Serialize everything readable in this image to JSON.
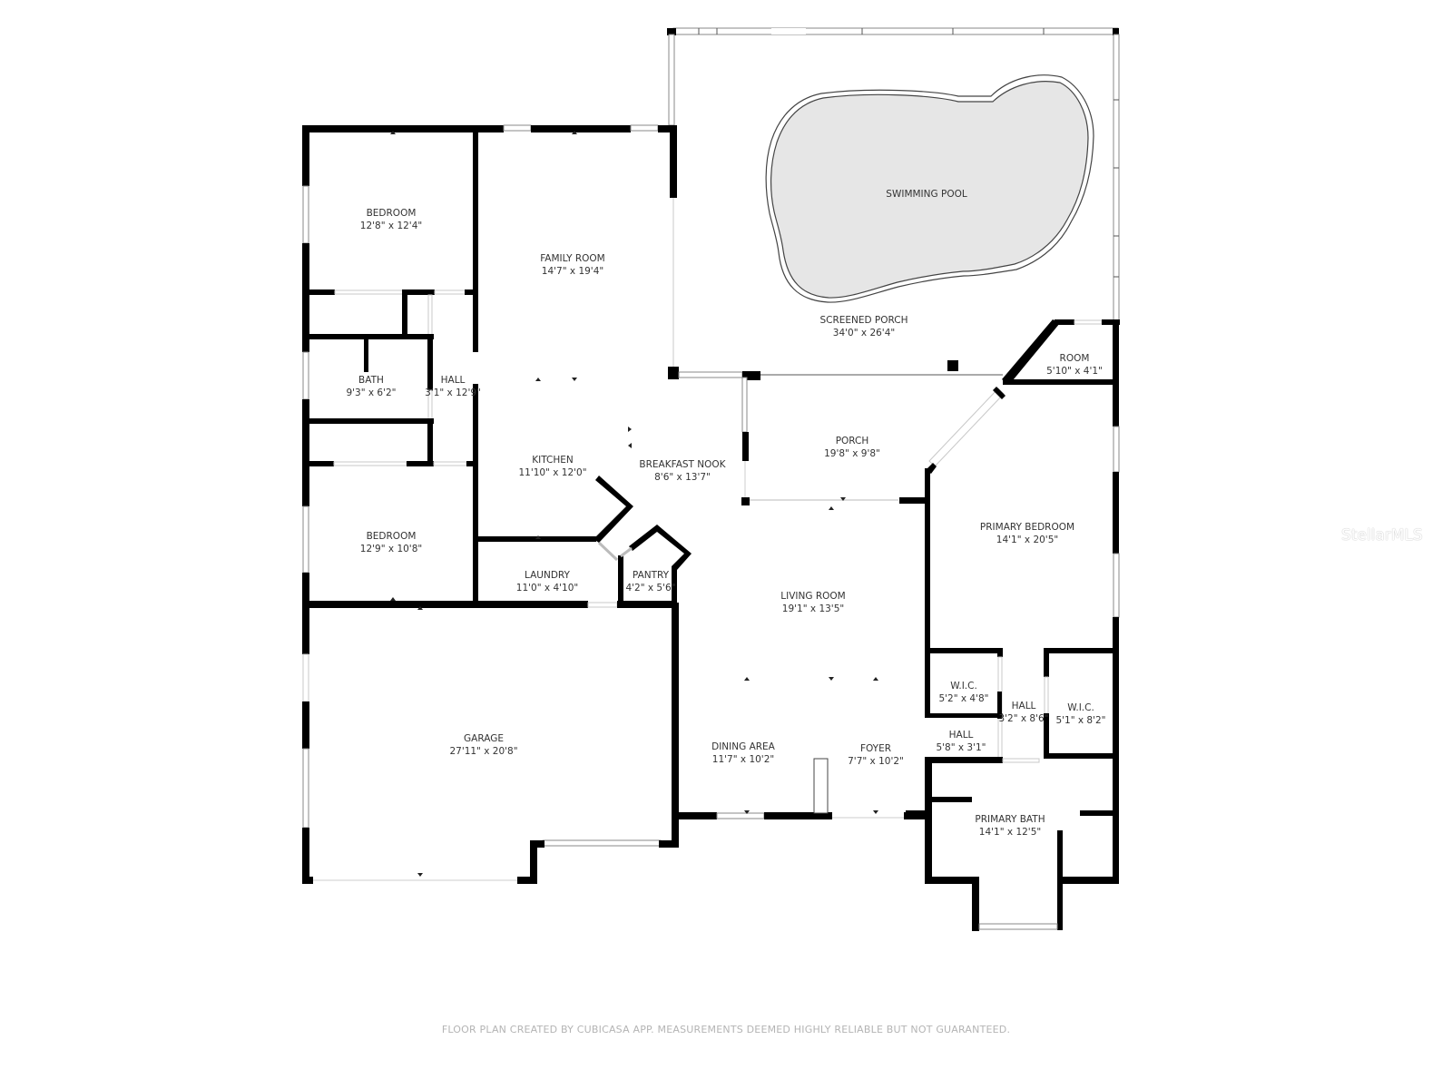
{
  "plan": {
    "rooms": [
      {
        "id": "bedroom-1",
        "name": "BEDROOM",
        "size": "12'8\" x 12'4\""
      },
      {
        "id": "family-room",
        "name": "FAMILY ROOM",
        "size": "14'7\" x 19'4\""
      },
      {
        "id": "bath",
        "name": "BATH",
        "size": "9'3\" x 6'2\""
      },
      {
        "id": "hall-1",
        "name": "HALL",
        "size": "3'1\" x 12'9\""
      },
      {
        "id": "kitchen",
        "name": "KITCHEN",
        "size": "11'10\" x 12'0\""
      },
      {
        "id": "breakfast-nook",
        "name": "BREAKFAST NOOK",
        "size": "8'6\" x 13'7\""
      },
      {
        "id": "bedroom-2",
        "name": "BEDROOM",
        "size": "12'9\" x 10'8\""
      },
      {
        "id": "laundry",
        "name": "LAUNDRY",
        "size": "11'0\" x 4'10\""
      },
      {
        "id": "pantry",
        "name": "PANTRY",
        "size": "4'2\" x 5'6\""
      },
      {
        "id": "garage",
        "name": "GARAGE",
        "size": "27'11\" x 20'8\""
      },
      {
        "id": "swimming-pool",
        "name": "SWIMMING POOL",
        "size": ""
      },
      {
        "id": "screened-porch",
        "name": "SCREENED PORCH",
        "size": "34'0\" x 26'4\""
      },
      {
        "id": "room",
        "name": "ROOM",
        "size": "5'10\" x 4'1\""
      },
      {
        "id": "porch",
        "name": "PORCH",
        "size": "19'8\" x 9'8\""
      },
      {
        "id": "primary-bedroom",
        "name": "PRIMARY BEDROOM",
        "size": "14'1\" x 20'5\""
      },
      {
        "id": "living-room",
        "name": "LIVING ROOM",
        "size": "19'1\" x 13'5\""
      },
      {
        "id": "wic-1",
        "name": "W.I.C.",
        "size": "5'2\" x 4'8\""
      },
      {
        "id": "hall-2",
        "name": "HALL",
        "size": "3'2\" x 8'6\""
      },
      {
        "id": "wic-2",
        "name": "W.I.C.",
        "size": "5'1\" x 8'2\""
      },
      {
        "id": "hall-3",
        "name": "HALL",
        "size": "5'8\" x 3'1\""
      },
      {
        "id": "dining-area",
        "name": "DINING AREA",
        "size": "11'7\" x 10'2\""
      },
      {
        "id": "foyer",
        "name": "FOYER",
        "size": "7'7\" x 10'2\""
      },
      {
        "id": "primary-bath",
        "name": "PRIMARY BATH",
        "size": "14'1\" x 12'5\""
      }
    ]
  },
  "footer": {
    "disclaimer": "FLOOR PLAN CREATED BY CUBICASA APP. MEASUREMENTS DEEMED HIGHLY RELIABLE BUT NOT GUARANTEED."
  },
  "watermark": {
    "text": "StellarMLS"
  },
  "colors": {
    "wall": "#000000",
    "pool_fill": "#e6e6e6",
    "label_text": "#333333",
    "footer_text": "#b4b4b4"
  }
}
